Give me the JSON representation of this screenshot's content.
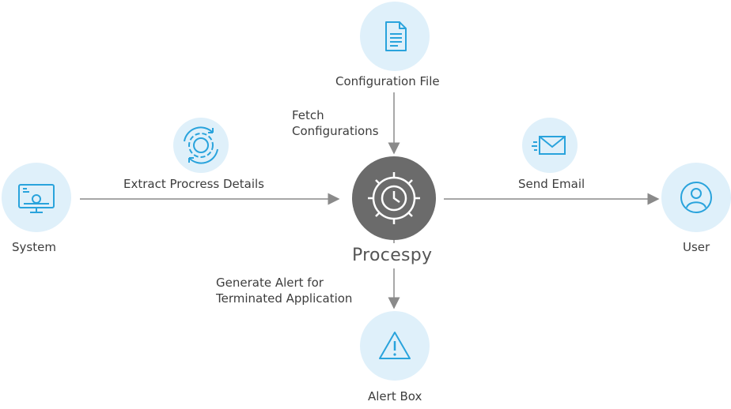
{
  "nodes": {
    "configuration_file": "Configuration File",
    "system": "System",
    "hub": "Procespy",
    "user": "User",
    "alert_box": "Alert Box"
  },
  "edges": {
    "fetch_line1": "Fetch",
    "fetch_line2": "Configurations",
    "extract": "Extract Procress Details",
    "send_email": "Send Email",
    "alert_line1": "Generate Alert for",
    "alert_line2": "Terminated Application"
  },
  "icons": {
    "configuration_file": "document-icon",
    "extract": "gear-sync-icon",
    "system": "monitor-gear-icon",
    "hub": "gear-clock-icon",
    "send_email": "envelope-icon",
    "user": "user-icon",
    "alert_box": "warning-triangle-icon"
  },
  "colors": {
    "icon_circle": "#dff0fa",
    "icon_stroke": "#29a3dc",
    "hub": "#6b6b6b",
    "arrow": "#8a8a8a",
    "text": "#3d3d3d"
  }
}
